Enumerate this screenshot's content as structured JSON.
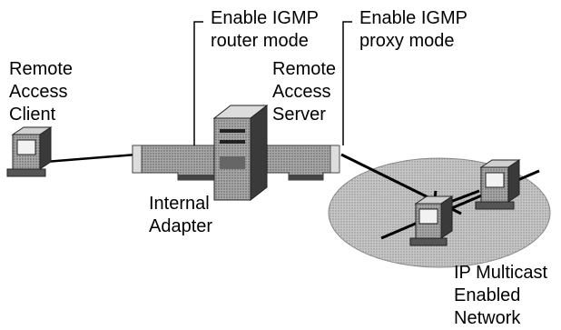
{
  "labels": {
    "remote_access_client": [
      "Remote",
      "Access",
      "Client"
    ],
    "enable_igmp_router": [
      "Enable IGMP",
      "router mode"
    ],
    "enable_igmp_proxy": [
      "Enable IGMP",
      "proxy mode"
    ],
    "remote_access_server": [
      "Remote",
      "Access",
      "Server"
    ],
    "internal_adapter": [
      "Internal",
      "Adapter"
    ],
    "ip_multicast_network": [
      "IP Multicast",
      "Enabled",
      "Network"
    ]
  },
  "colors": {
    "ink": "#000000",
    "network_ellipse": "#c4c4c4",
    "adapter_card": "#b4b4b4",
    "computer_body": "#9a9a9a"
  }
}
